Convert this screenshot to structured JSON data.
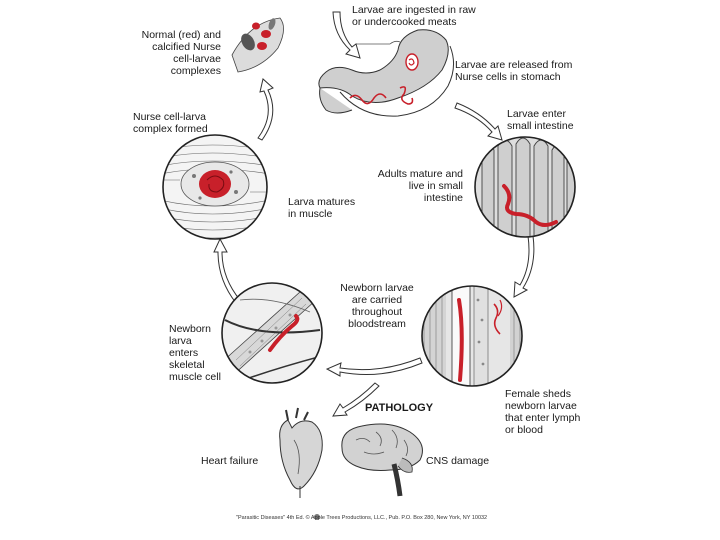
{
  "labels": {
    "ingest": "Larvae are ingested in raw\nor undercooked meats",
    "released": "Larvae are released from\nNurse cells in stomach",
    "enter_intestine": "Larvae enter\nsmall intestine",
    "adults": "Adults mature and\nlive in small\nintestine",
    "female": "Female sheds\nnewborn larvae\nthat enter lymph\nor blood",
    "carried": "Newborn larvae\nare carried\nthroughout\nbloodstream",
    "newborn_muscle": "Newborn\nlarva\nenters\nskeletal\nmuscle cell",
    "matures": "Larva matures\nin muscle",
    "nurse_complex": "Nurse cell-larva\ncomplex formed",
    "calcified": "Normal (red) and\ncalcified Nurse\ncell-larvae\ncomplexes",
    "pathology": "PATHOLOGY",
    "heart": "Heart failure",
    "cns": "CNS damage"
  },
  "credit": "\"Parasitic Diseases\" 4th Ed. ©  Apple Trees Productions, LLC., Pub. P.O. Box 280, New York, NY 10032",
  "colors": {
    "parasite_red": "#c8202a",
    "line": "#333333",
    "arrow_fill": "#ffffff"
  }
}
